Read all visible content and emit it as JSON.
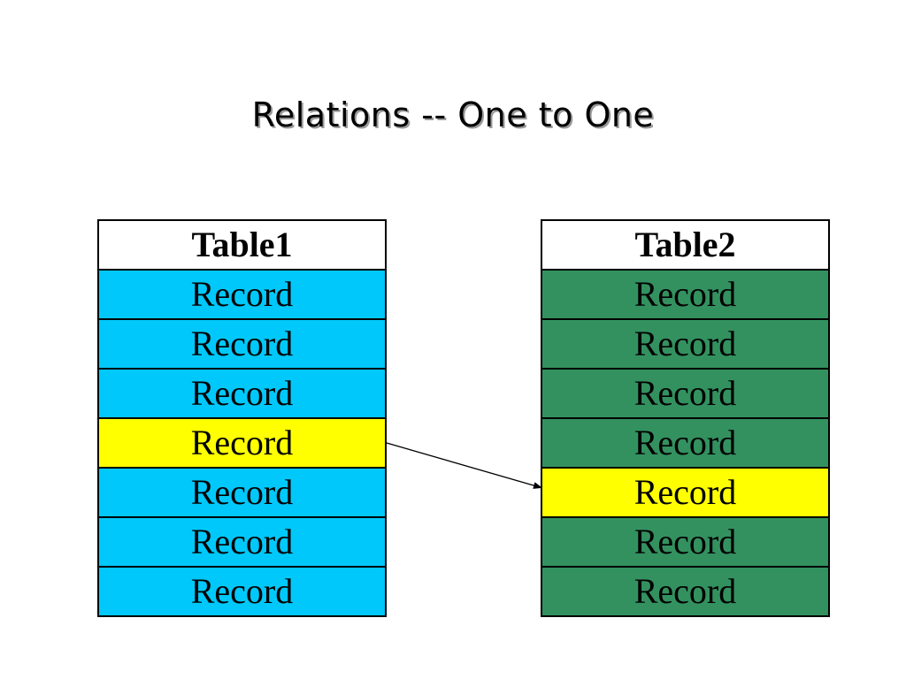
{
  "title": "Relations -- One to One",
  "colors": {
    "table1_record": "#00c8fa",
    "table2_record": "#33915f",
    "highlight": "#ffff00",
    "header": "#ffffff"
  },
  "tables": [
    {
      "header": "Table1",
      "record_color": "table1_record",
      "highlight_index": 3,
      "records": [
        "Record",
        "Record",
        "Record",
        "Record",
        "Record",
        "Record",
        "Record"
      ]
    },
    {
      "header": "Table2",
      "record_color": "table2_record",
      "highlight_index": 4,
      "records": [
        "Record",
        "Record",
        "Record",
        "Record",
        "Record",
        "Record",
        "Record"
      ]
    }
  ],
  "relation": {
    "from": {
      "table": 0,
      "record": 3
    },
    "to": {
      "table": 1,
      "record": 4
    }
  }
}
